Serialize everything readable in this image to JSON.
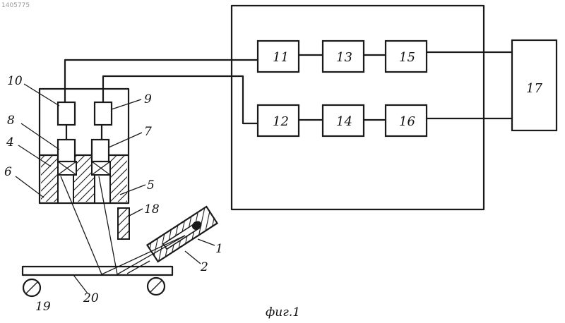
{
  "patent_number": "1405775",
  "caption": "фиг.1",
  "labels": {
    "l1": "1",
    "l2": "2",
    "l4": "4",
    "l5": "5",
    "l6": "6",
    "l7": "7",
    "l8": "8",
    "l9": "9",
    "l10": "10",
    "l18": "18",
    "l19": "19",
    "l20": "20"
  },
  "blocks": {
    "b11": "11",
    "b12": "12",
    "b13": "13",
    "b14": "14",
    "b15": "15",
    "b16": "16",
    "b17": "17"
  }
}
